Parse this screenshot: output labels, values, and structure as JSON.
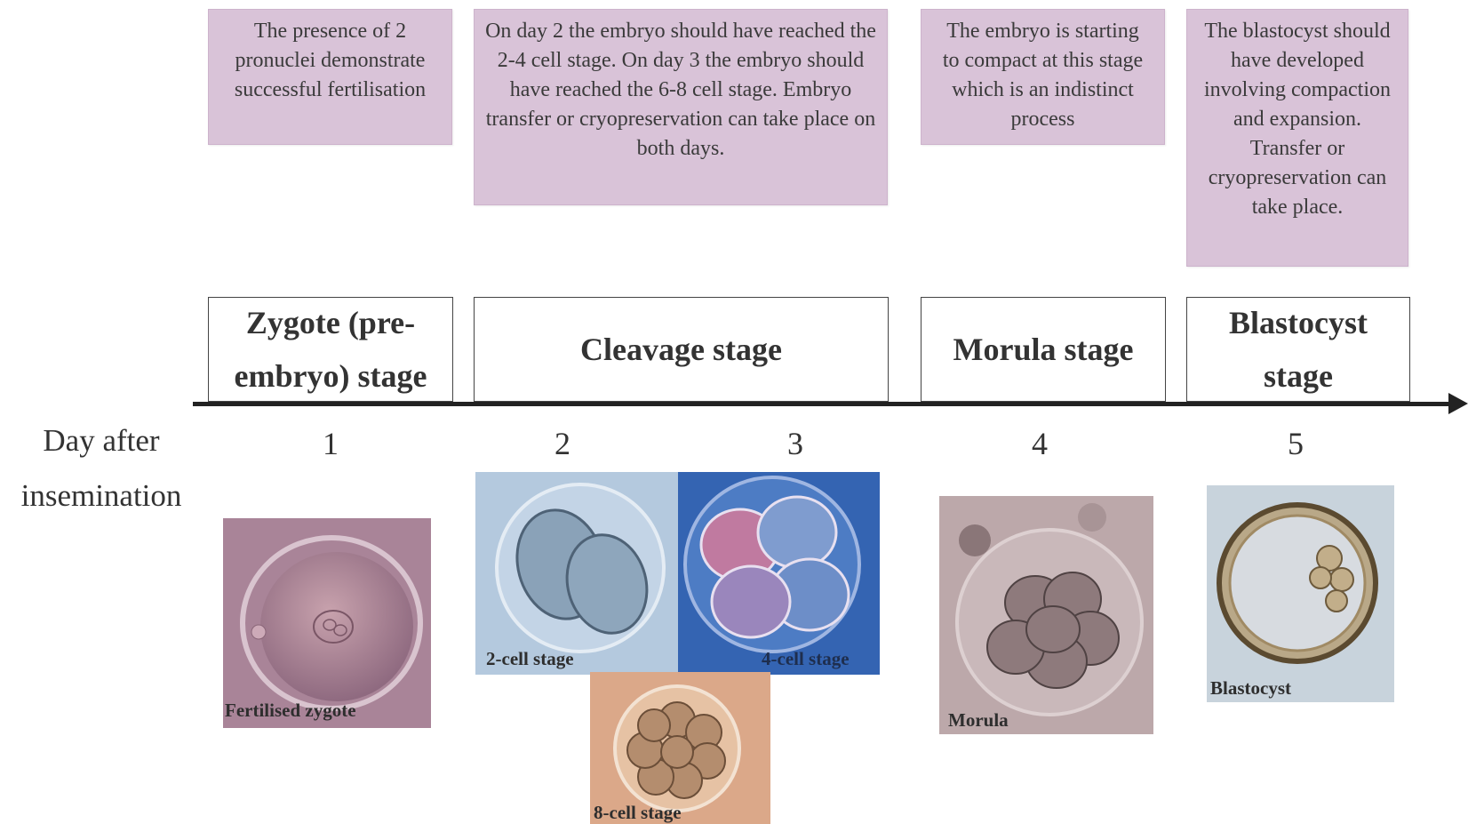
{
  "descriptions": {
    "zygote": "The presence of 2 pronuclei demonstrate successful fertilisation",
    "cleavage": "On day 2 the embryo should have reached the 2-4 cell stage. On day 3 the embryo should have reached the 6-8 cell stage. Embryo transfer or cryopreservation can take place on both days.",
    "morula": "The embryo is starting to compact at this stage which is an indistinct process",
    "blastocyst": "The blastocyst should have developed involving compaction and expansion. Transfer or cryopreservation can take place."
  },
  "stages": {
    "zygote": "Zygote (pre-embryo) stage",
    "cleavage": "Cleavage stage",
    "morula": "Morula stage",
    "blastocyst": "Blastocyst stage"
  },
  "axis": {
    "label": "Day after insemination",
    "days": [
      "1",
      "2",
      "3",
      "4",
      "5"
    ]
  },
  "captions": {
    "zygote": "Fertilised zygote",
    "two_cell": "2-cell stage",
    "four_cell": "4-cell stage",
    "eight_cell": "8-cell stage",
    "morula": "Morula",
    "blastocyst": "Blastocyst"
  }
}
